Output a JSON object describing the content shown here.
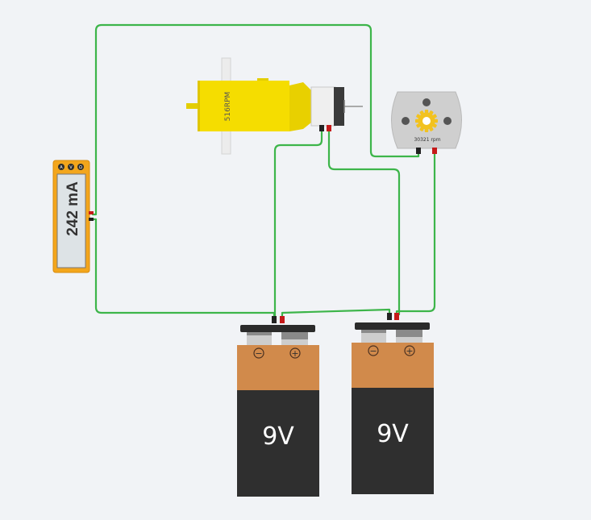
{
  "multimeter": {
    "reading": "242 mA",
    "mode_buttons": [
      "A",
      "V",
      "Ω"
    ],
    "body_color": "#f3a61c"
  },
  "gear_motor": {
    "label": "516RPM",
    "body_color": "#f5dd00"
  },
  "dc_motor": {
    "label": "30321 rpm",
    "gear_color": "#f2c21f"
  },
  "batteries": [
    {
      "voltage": "9V",
      "neg_symbol": "−",
      "pos_symbol": "+"
    },
    {
      "voltage": "9V",
      "neg_symbol": "−",
      "pos_symbol": "+"
    }
  ],
  "wire_color": "#3db54a"
}
